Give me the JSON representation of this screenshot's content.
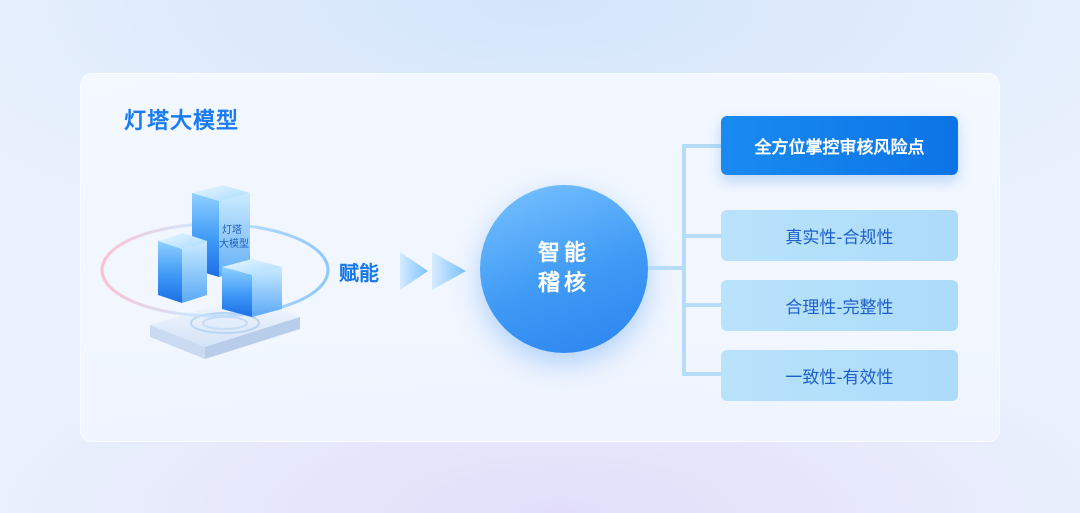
{
  "diagram": {
    "model_title": "灯塔大模型",
    "cube_label_line1": "灯塔",
    "cube_label_line2": "大模型",
    "empower_label": "赋能",
    "core_line1": "智能",
    "core_line2": "稽核",
    "outcomes": [
      "全方位掌控审核风险点",
      "真实性-合规性",
      "合理性-完整性",
      "一致性-有效性"
    ]
  },
  "colors": {
    "accent": "#1a7cf2",
    "core_fill": "#3f9af5",
    "outcome_primary": "#0b74e6",
    "outcome_secondary": "#b4e0fb",
    "connector": "#b6dcf8"
  }
}
